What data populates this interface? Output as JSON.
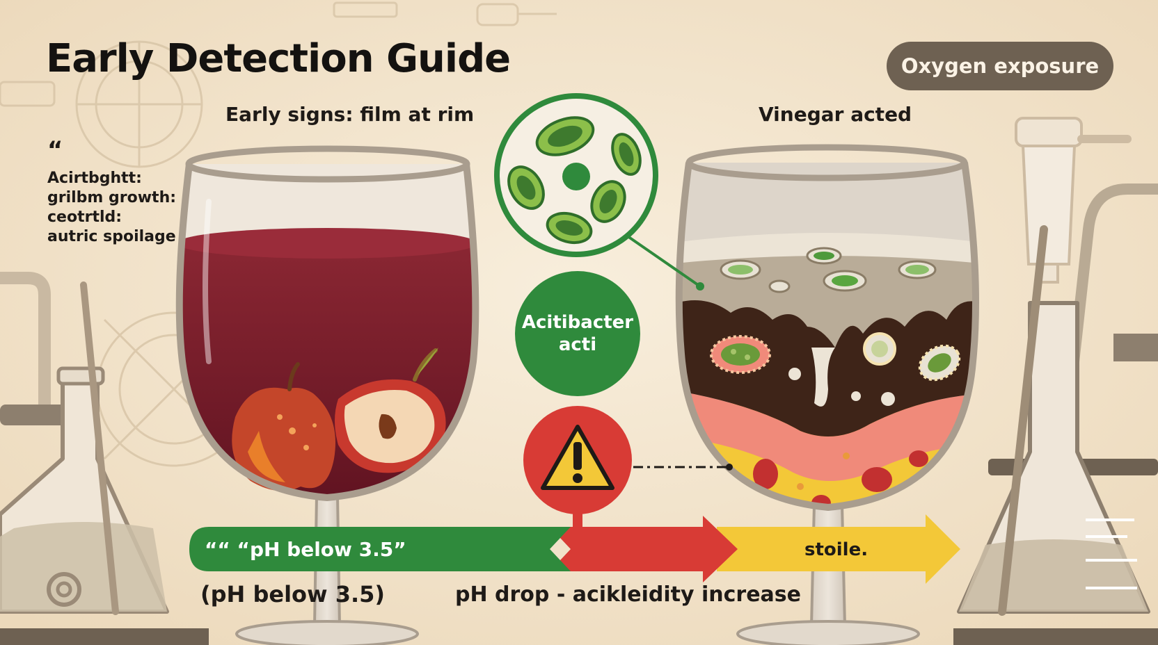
{
  "title": "Early Detection Guide",
  "badge": "Oxygen exposure",
  "left_label": "Early signs: film at rim",
  "right_label": "Vinegar acted",
  "side_note": {
    "quote_mark": "“",
    "lines": [
      "Acirtbghtt:",
      "grilbm growth:",
      "ceotrtld:",
      "autric spoilage"
    ]
  },
  "bacteria_bubble": {
    "line1": "Acitibacter",
    "line2": "acti"
  },
  "stage_arrow": {
    "green_quote": "““ “pH below 3.5”",
    "yellow_text": "stoile."
  },
  "bottom": {
    "left": "(pH below 3.5)",
    "middle": "pH drop - acikleidity increase"
  },
  "colors": {
    "background": "#f4e6cf",
    "wine": "#7a1f2b",
    "green": "#2f8a3c",
    "red": "#d83b35",
    "yellow": "#f3c838",
    "badge": "#6e6152"
  },
  "icons": [
    "warning-icon",
    "bacteria-icon",
    "apple-icon",
    "flask-icon",
    "wine-glass-icon"
  ]
}
